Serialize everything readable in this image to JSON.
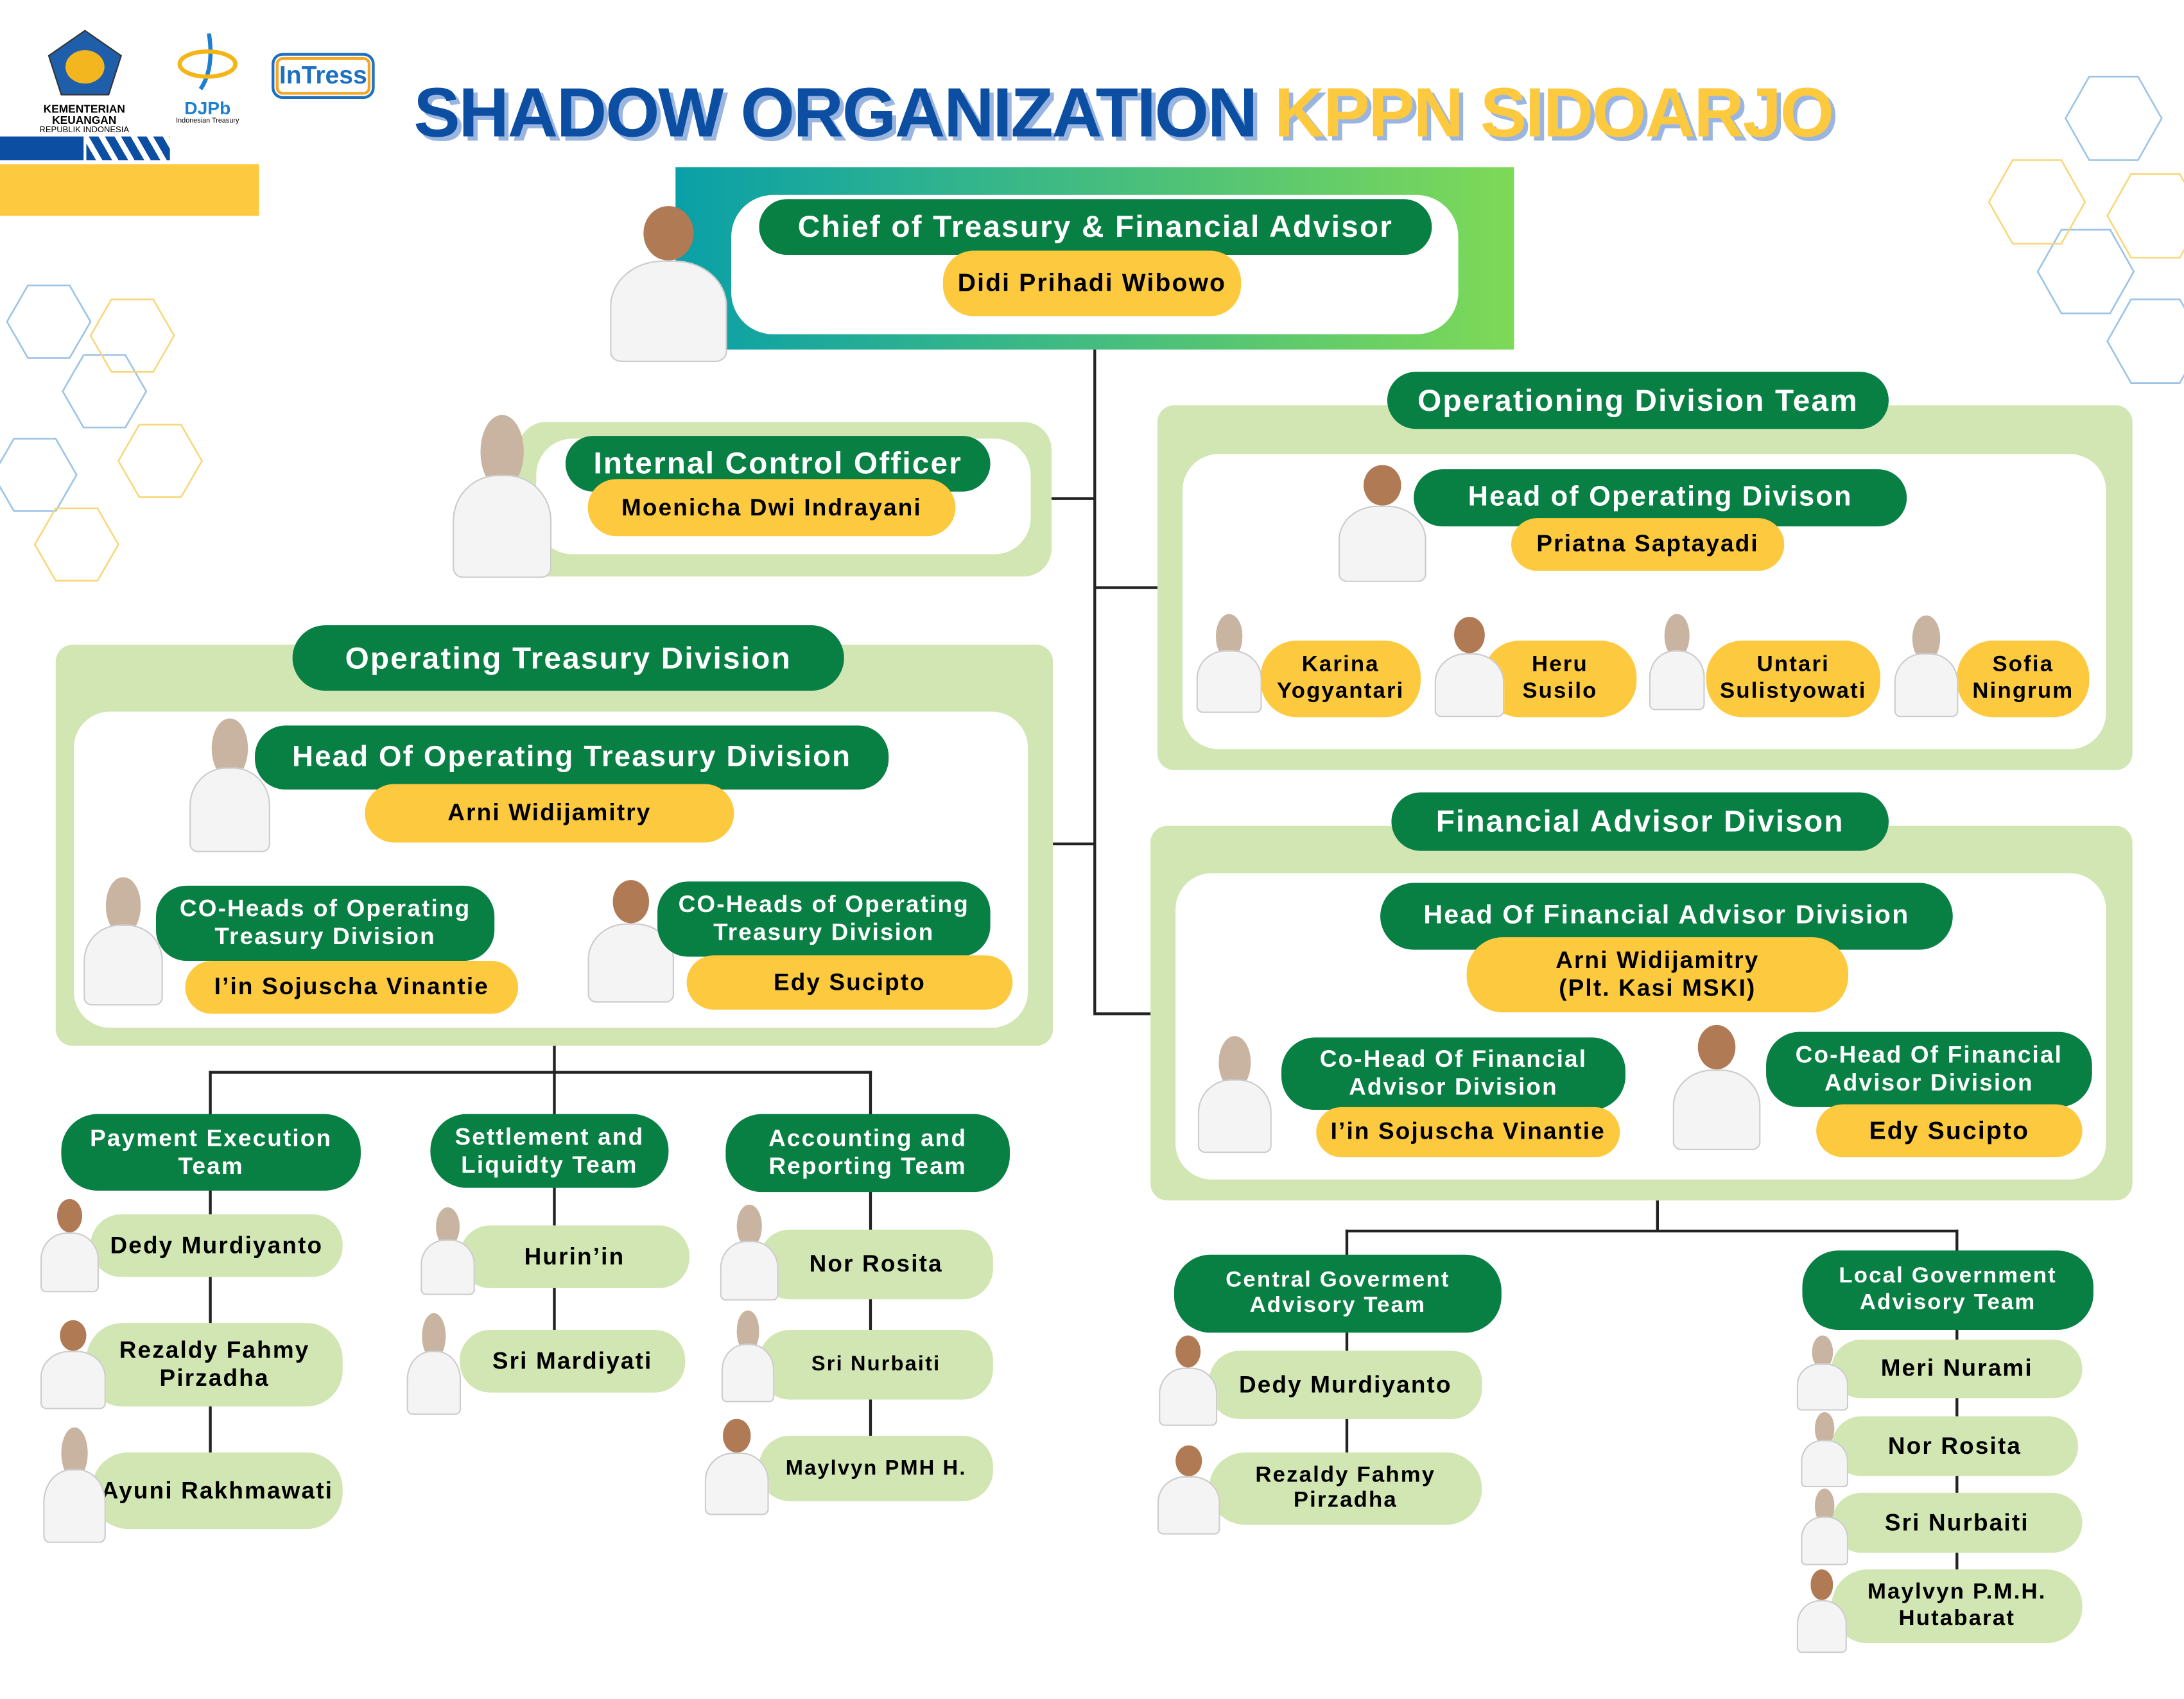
{
  "header": {
    "logos": [
      "KEMENTERIAN KEUANGAN",
      "REPUBLIK INDONESIA",
      "DJPb",
      "Indonesian Treasury",
      "InTress"
    ],
    "title_main": "SHADOW ORGANIZATION",
    "title_accent": "KPPN SIDOARJO"
  },
  "colors": {
    "green": "#087f43",
    "yellow": "#fdc93f",
    "light_green": "#d1e6b3",
    "blue": "#0b4ea2"
  },
  "chief": {
    "role": "Chief of Treasury & Financial Advisor",
    "name": "Didi Prihadi Wibowo"
  },
  "internal_control": {
    "role": "Internal Control Officer",
    "name": "Moenicha Dwi Indrayani"
  },
  "operating_treasury": {
    "title": "Operating Treasury Division",
    "head_role": "Head Of Operating Treasury Division",
    "head_name": "Arni Widijamitry",
    "co_heads": [
      {
        "role": "CO-Heads of Operating Treasury Division",
        "name": "I’in Sojuscha Vinantie"
      },
      {
        "role": "CO-Heads of Operating Treasury Division",
        "name": "Edy Sucipto"
      }
    ],
    "teams": [
      {
        "name": "Payment Execution Team",
        "members": [
          "Dedy Murdiyanto",
          "Rezaldy Fahmy Pirzadha",
          "Ayuni Rakhmawati"
        ]
      },
      {
        "name": "Settlement and Liquidty Team",
        "members": [
          "Hurin’in",
          "Sri Mardiyati"
        ]
      },
      {
        "name": "Accounting and Reporting Team",
        "members": [
          "Nor Rosita",
          "Sri Nurbaiti",
          "Maylvyn PMH H."
        ]
      }
    ]
  },
  "operationing": {
    "title": "Operationing Division Team",
    "head_role": "Head of Operating Divison",
    "head_name": "Priatna Saptayadi",
    "staff": [
      "Karina Yogyantari",
      "Heru Susilo",
      "Untari Sulistyowati",
      "Sofia Ningrum"
    ]
  },
  "financial_advisor": {
    "title": "Financial Advisor Divison",
    "head_role": "Head Of Financial Advisor Division",
    "head_name": "Arni Widijamitry",
    "head_note": "(Plt. Kasi MSKI)",
    "co_heads": [
      {
        "role": "Co-Head Of Financial Advisor Division",
        "name": "I’in Sojuscha Vinantie"
      },
      {
        "role": "Co-Head Of Financial Advisor Division",
        "name": "Edy Sucipto"
      }
    ],
    "teams": [
      {
        "name": "Central Goverment Advisory Team",
        "members": [
          "Dedy Murdiyanto",
          "Rezaldy Fahmy Pirzadha"
        ]
      },
      {
        "name": "Local Government Advisory Team",
        "members": [
          "Meri Nurami",
          "Nor Rosita",
          "Sri Nurbaiti",
          "Maylvyn P.M.H. Hutabarat"
        ]
      }
    ]
  }
}
